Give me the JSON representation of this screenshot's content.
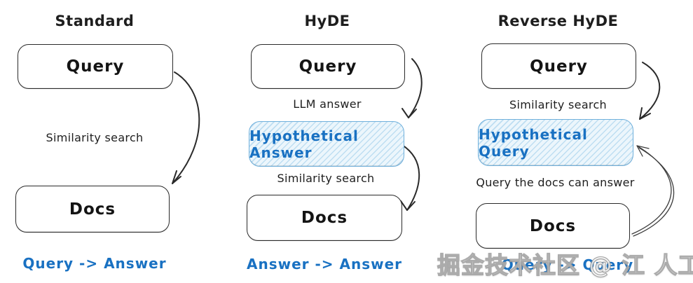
{
  "colors": {
    "ink": "#1e1e1e",
    "accent_blue": "#1971c2",
    "hypo_border_blue": "#6fb0dc",
    "hypo_fill_blue": "#f3f9fd",
    "watermark_gray": "#919191"
  },
  "columns": [
    {
      "title": "Standard",
      "top_box": "Query",
      "bottom_box": "Docs",
      "labels": {
        "between": "Similarity search"
      },
      "result": "Query -> Answer"
    },
    {
      "title": "HyDE",
      "top_box": "Query",
      "mid_box": "Hypothetical Answer",
      "bottom_box": "Docs",
      "labels": {
        "top": "LLM answer",
        "bottom": "Similarity search"
      },
      "result": "Answer -> Answer"
    },
    {
      "title": "Reverse HyDE",
      "top_box": "Query",
      "mid_box": "Hypothetical Query",
      "bottom_box": "Docs",
      "labels": {
        "top": "Similarity search",
        "bottom": "Query the docs can answer"
      },
      "result": "Query -> Query"
    }
  ],
  "watermark": {
    "text": "掘金技术社区 @ 江 人工智能"
  }
}
